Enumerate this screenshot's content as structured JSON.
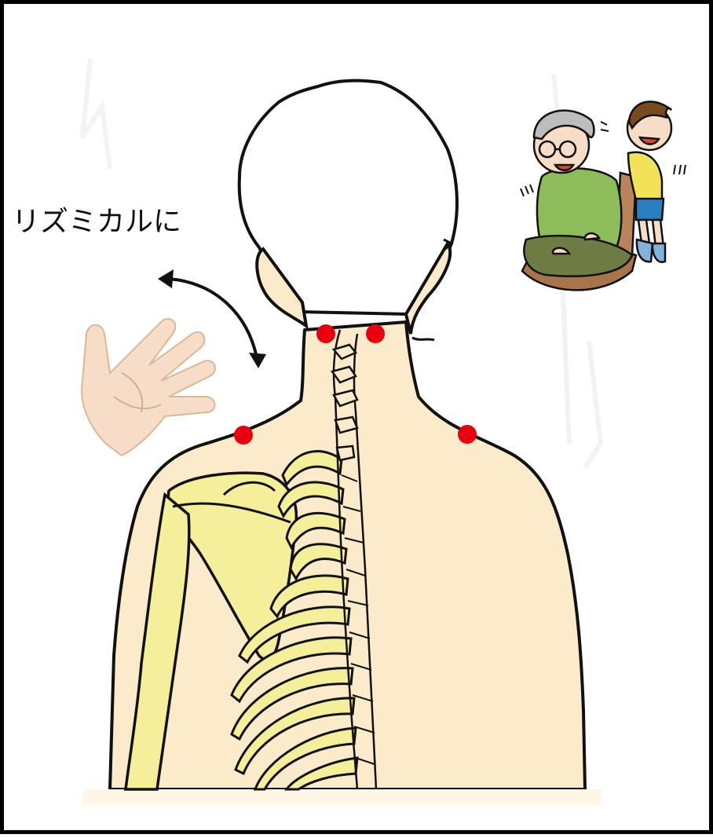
{
  "caption": "リズミカルに",
  "colors": {
    "skin": "#fcebca",
    "bone": "#f5ef9c",
    "acupoint": "#e8000f",
    "outline": "#111111",
    "hand": "#f7dcc8"
  },
  "acupoints": [
    {
      "name": "left-neck-point"
    },
    {
      "name": "right-neck-point"
    },
    {
      "name": "left-shoulder-point"
    },
    {
      "name": "right-shoulder-point"
    }
  ]
}
